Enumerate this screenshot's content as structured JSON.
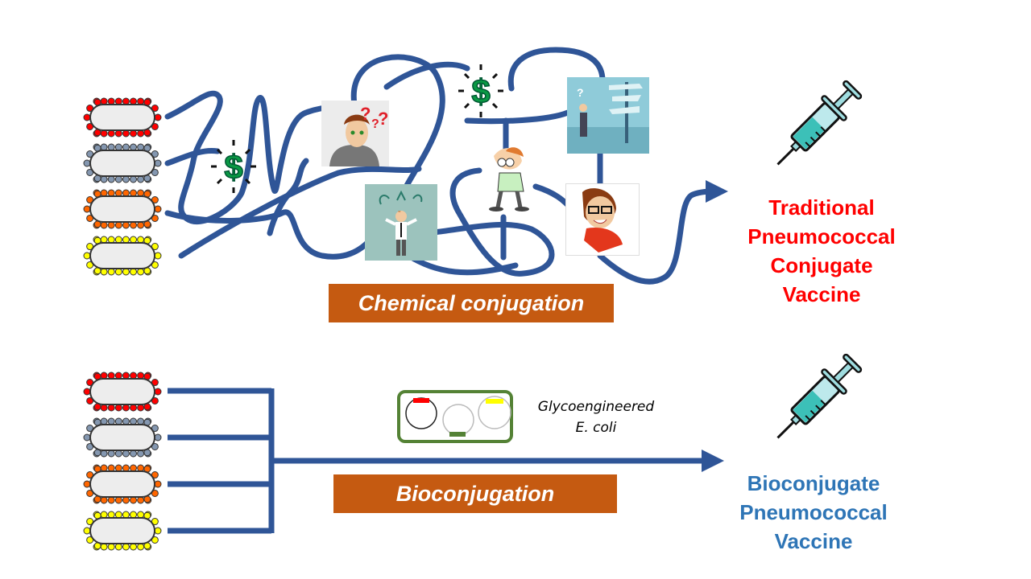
{
  "colors": {
    "path": "#2f5597",
    "label_bg": "#c55a11",
    "traditional_text": "#ff0000",
    "bio_text": "#2e75b6",
    "ecoli_border": "#548235",
    "serotype_dots": [
      "#ff0000",
      "#8497b0",
      "#ff6600",
      "#ffff00"
    ]
  },
  "top_flow": {
    "label": "Chemical conjugation",
    "outcome": [
      "Traditional",
      "Pneumococcal",
      "Conjugate",
      "Vaccine"
    ],
    "obstacles": [
      "dollar-sign",
      "confused-man-question-marks",
      "dollar-sign",
      "confused-businessman-arrows",
      "confused-cartoon-man",
      "man-at-signpost",
      "stressed-woman"
    ]
  },
  "bottom_flow": {
    "label": "Bioconjugation",
    "host_caption": [
      "Glycoengineered",
      "E. coli"
    ],
    "outcome": [
      "Bioconjugate",
      "Pneumococcal",
      "Vaccine"
    ]
  },
  "serotypes": [
    "red",
    "grey",
    "orange",
    "yellow"
  ]
}
